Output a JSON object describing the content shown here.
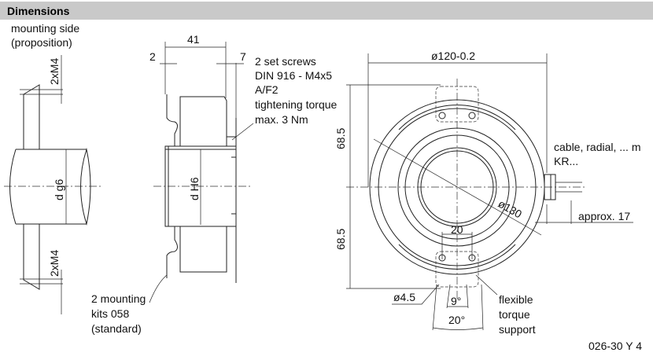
{
  "header": {
    "title": "Dimensions"
  },
  "mounting": {
    "line1": "mounting side",
    "line2": "(proposition)",
    "thread_top": "2xM4",
    "thread_bottom": "2xM4",
    "shaft": "d g6"
  },
  "side": {
    "dim_41": "41",
    "dim_2": "2",
    "dim_7": "7",
    "bore": "d H6",
    "screws": [
      "2 set screws",
      "DIN 916 - M4x5",
      "A/F2",
      "tightening torque",
      "max. 3 Nm"
    ],
    "kits": [
      "2 mounting",
      "kits 058",
      "(standard)"
    ]
  },
  "front": {
    "dia_120": "ø120-0.2",
    "dia_130": "ø130",
    "h_top": "68.5",
    "h_bottom": "68.5",
    "dim_20": "20",
    "hole": "ø4.5",
    "ang_9": "9°",
    "ang_20": "20°",
    "cable": [
      "cable, radial, ... m",
      "KR..."
    ],
    "approx": "approx. 17",
    "support": [
      "flexible",
      "torque",
      "support"
    ]
  },
  "code": "026-30 Y 4"
}
